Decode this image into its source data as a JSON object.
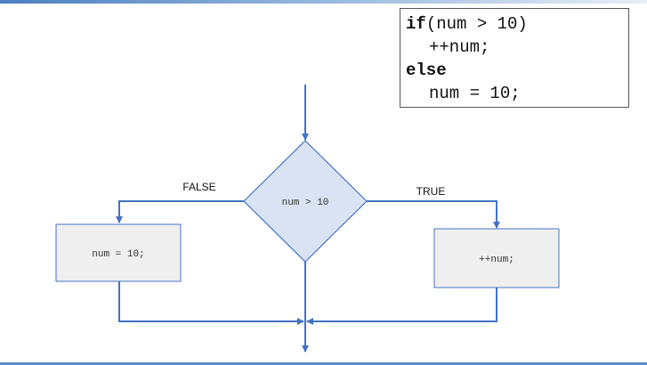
{
  "code": {
    "line1_kw": "if",
    "line1_rest": "(num > 10)",
    "line2": "++num;",
    "line3_kw": "else",
    "line4": "num = 10;"
  },
  "flowchart": {
    "decision": "num > 10",
    "false_label": "FALSE",
    "true_label": "TRUE",
    "false_box": "num = 10;",
    "true_box": "++num;"
  },
  "colors": {
    "line": "#4472c4",
    "decision_fill": "#dae3f3",
    "box_fill": "#efefef",
    "box_stroke": "#4472c4"
  }
}
